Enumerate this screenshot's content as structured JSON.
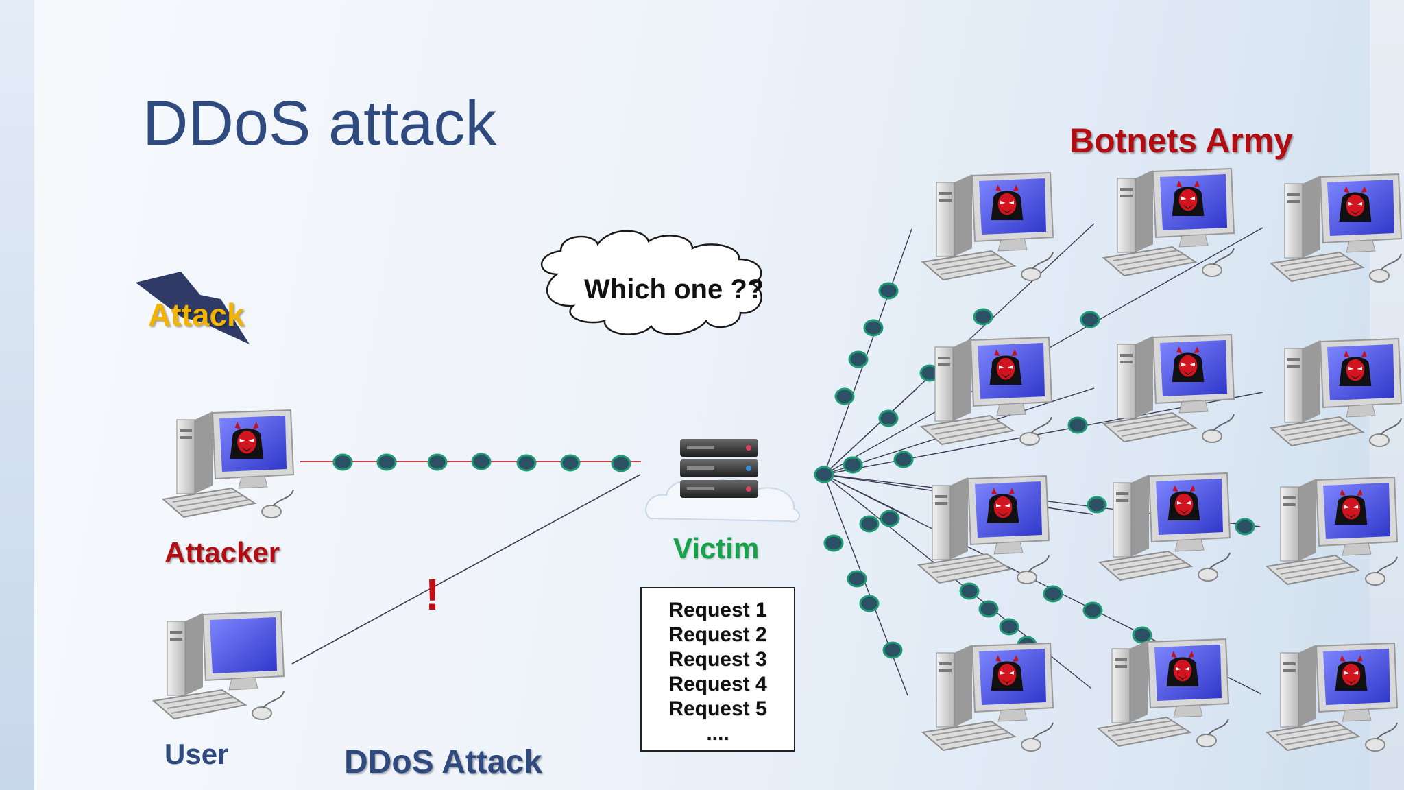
{
  "slide": {
    "title": "DDoS attack",
    "botnets_label": "Botnets Army",
    "attack_label": "Attack",
    "attacker_label": "Attacker",
    "user_label": "User",
    "ddos_label": "DDoS Attack",
    "victim_label": "Victim",
    "bubble_text": "Which one ??",
    "alert_mark": "!",
    "requests": [
      "Request 1",
      "Request 2",
      "Request 3",
      "Request 4",
      "Request 5",
      "...."
    ]
  },
  "colors": {
    "title": "#2f4a7e",
    "red_label": "#b20d12",
    "yellow_label": "#f2b400",
    "green_label": "#17a34a",
    "packet_fill": "#2c5064",
    "packet_stroke": "#1e9a74",
    "line": "#3b3b55",
    "attacker_line": "#c0282d"
  },
  "icons": {
    "attacker": "devil-computer-icon",
    "user": "computer-icon",
    "victim": "server-cloud-icon",
    "bot": "devil-computer-icon",
    "attack": "lightning-bolt-icon",
    "bubble": "thought-cloud-icon"
  }
}
